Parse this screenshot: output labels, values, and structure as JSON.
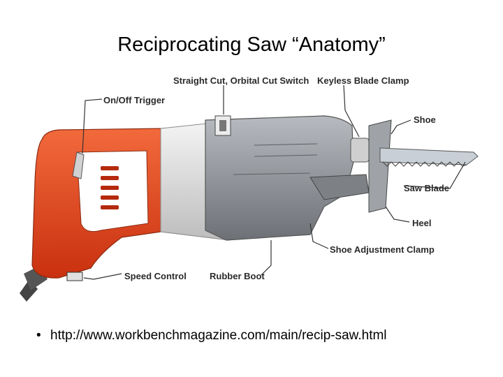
{
  "title": "Reciprocating Saw “Anatomy”",
  "labels": {
    "on_off_trigger": "On/Off Trigger",
    "straight_orbital_switch": "Straight Cut, Orbital Cut Switch",
    "keyless_blade_clamp": "Keyless Blade Clamp",
    "shoe": "Shoe",
    "saw_blade": "Saw Blade",
    "heel": "Heel",
    "shoe_adjustment_clamp": "Shoe Adjustment Clamp",
    "rubber_boot": "Rubber Boot",
    "speed_control": "Speed Control"
  },
  "source_link": "http://www.workbenchmagazine.com/main/recip-saw.html",
  "colors": {
    "handle": "#e8401c",
    "motor": "#dcdcdc",
    "boot": "#8f9398",
    "blade": "#c9cfd6"
  }
}
